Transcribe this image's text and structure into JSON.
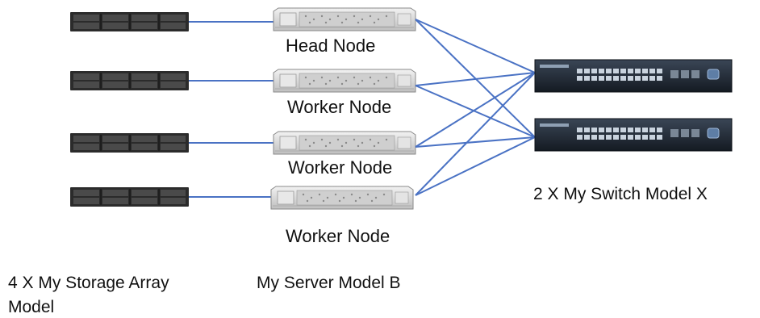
{
  "storage": {
    "label_line1": "4 X My Storage Array",
    "label_line2": "Model",
    "count": 4
  },
  "servers": {
    "model_label": "My Server Model B",
    "nodes": [
      "Head Node",
      "Worker Node",
      "Worker Node",
      "Worker Node"
    ]
  },
  "switches": {
    "label": "2 X My Switch Model X",
    "count": 2
  },
  "colors": {
    "link": "#4a72c4",
    "storage_body": "#2a2a2a",
    "server_body": "#d8d8d8",
    "switch_body": "#1d2733"
  }
}
